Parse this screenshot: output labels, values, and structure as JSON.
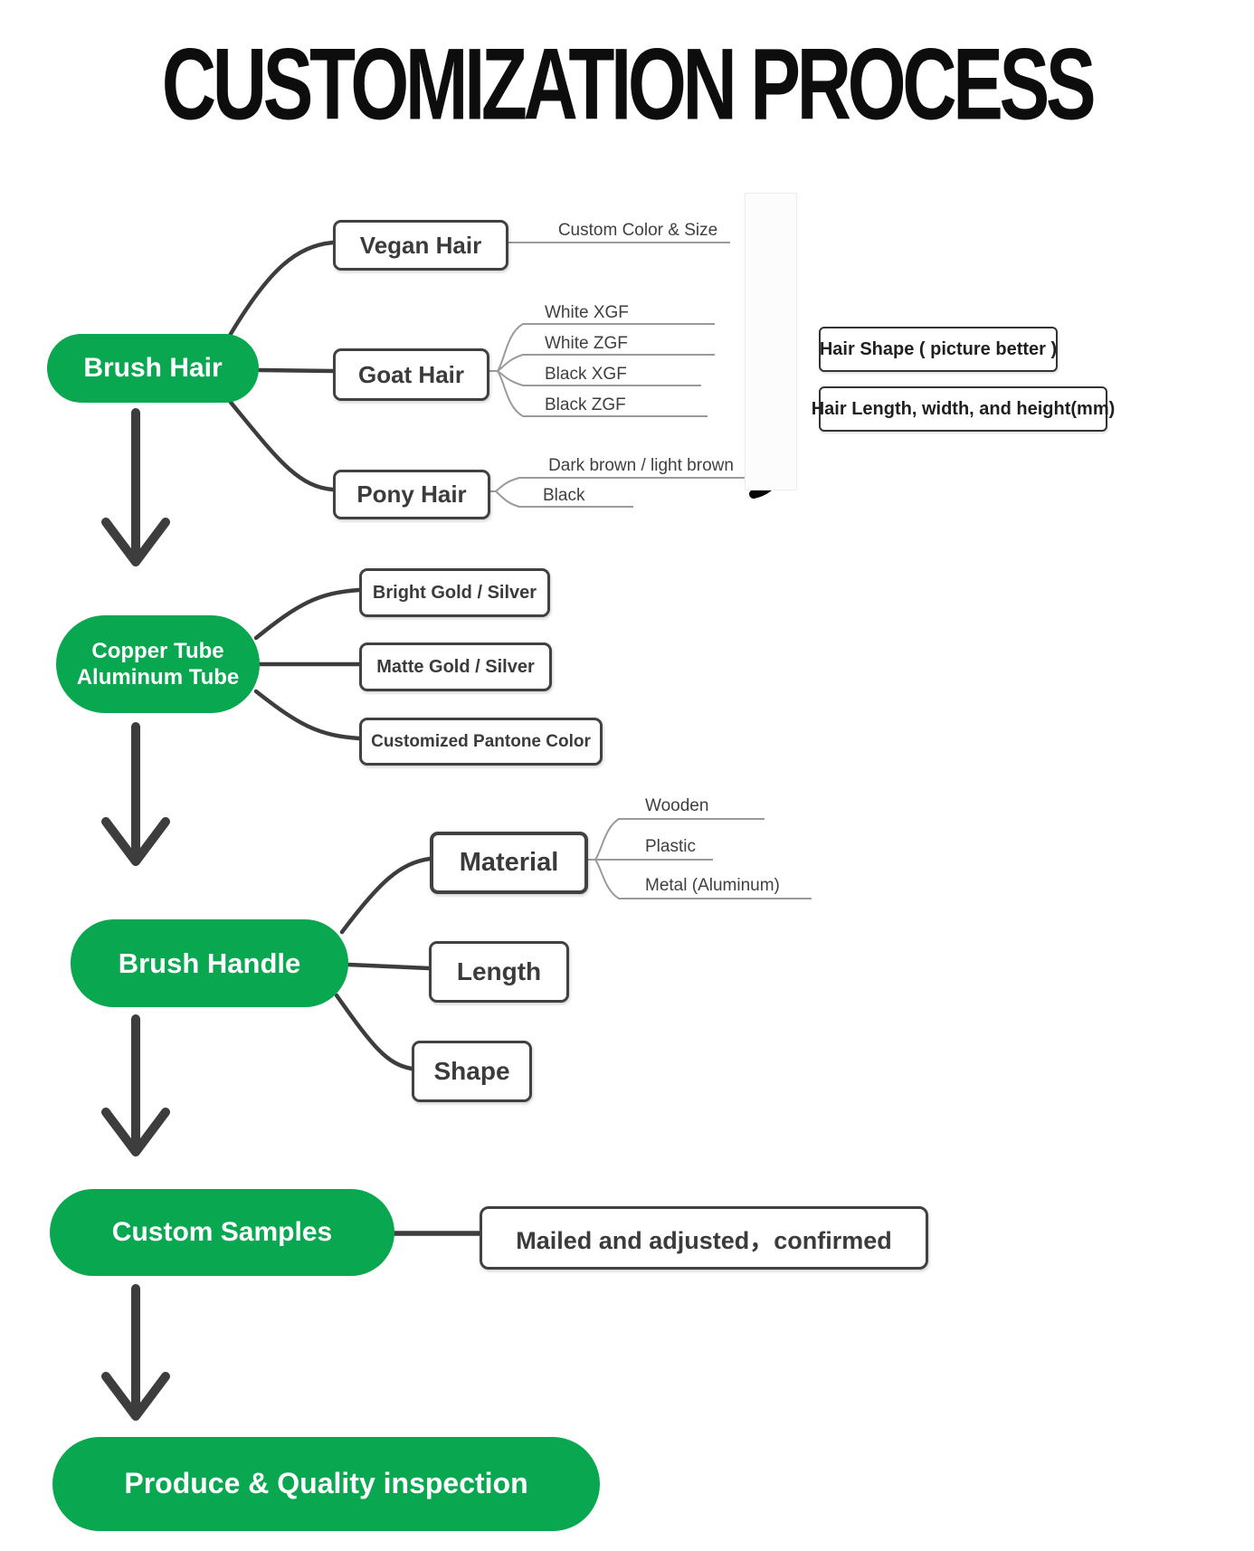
{
  "title": "CUSTOMIZATION PROCESS",
  "colors": {
    "accent_green": "#08a750",
    "connector_dark": "#3d3d3d",
    "branch_gray": "#9a9a9a",
    "text_dark": "#3b3b3b"
  },
  "stages": {
    "brush_hair": {
      "label": "Brush Hair",
      "vegan": {
        "label": "Vegan Hair",
        "options": [
          "Custom Color & Size"
        ]
      },
      "goat": {
        "label": "Goat Hair",
        "options": [
          "White XGF",
          "White ZGF",
          "Black XGF",
          "Black ZGF"
        ]
      },
      "pony": {
        "label": "Pony Hair",
        "options": [
          "Dark brown / light brown",
          "Black"
        ]
      },
      "notes": [
        "Hair Shape ( picture better )",
        "Hair Length, width, and height(mm)"
      ]
    },
    "tube": {
      "label_line1": "Copper Tube",
      "label_line2": "Aluminum Tube",
      "options": [
        "Bright Gold / Silver",
        "Matte Gold / Silver",
        "Customized Pantone Color"
      ]
    },
    "handle": {
      "label": "Brush Handle",
      "material": {
        "label": "Material",
        "options": [
          "Wooden",
          "Plastic",
          "Metal (Aluminum)"
        ]
      },
      "length_label": "Length",
      "shape_label": "Shape"
    },
    "samples": {
      "label": "Custom Samples",
      "note": "Mailed and adjusted，confirmed"
    },
    "produce": {
      "label": "Produce & Quality inspection"
    }
  }
}
